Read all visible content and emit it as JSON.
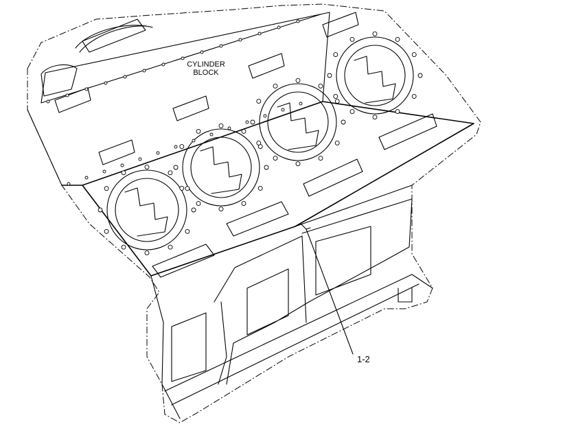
{
  "diagram": {
    "labels": {
      "part_name_line1": "CYLINDER",
      "part_name_line2": "BLOCK",
      "callout": "1-2"
    },
    "colors": {
      "line": "#000000",
      "background": "#ffffff"
    }
  }
}
